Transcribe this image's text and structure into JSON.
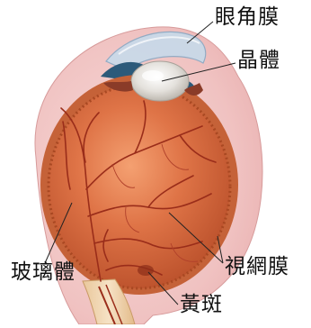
{
  "labels": {
    "cornea": "眼角膜",
    "lens": "晶體",
    "vitreous": "玻璃體",
    "retina": "視網膜",
    "macula": "黃斑"
  },
  "colors": {
    "sclera_outer": "#f2c6c6",
    "sclera_inner": "#e8a9a8",
    "choroid": "#c9683a",
    "vitreous_fill": "#d96c3f",
    "vitreous_highlight": "#f0946a",
    "vessel": "#9a2d1a",
    "cornea": "#c7d6e6",
    "iris": "#2c5a7a",
    "lens": "#e6e3de",
    "optic_nerve": "#f0d8b6",
    "leader_line": "#222222"
  }
}
